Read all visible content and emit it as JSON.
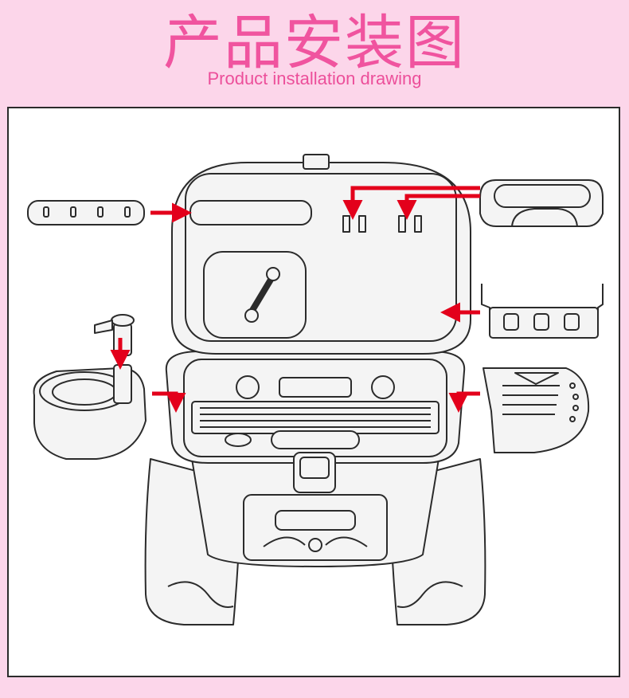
{
  "header": {
    "title_zh": "产品安装图",
    "title_en": "Product installation drawing"
  },
  "colors": {
    "background": "#fcd6ea",
    "title": "#f0549f",
    "outline": "#2b2b2b",
    "part_fill": "#f4f4f4",
    "arrow": "#e3001b"
  },
  "diagram": {
    "parts": [
      {
        "name": "hook-strip-icon"
      },
      {
        "name": "faucet-icon"
      },
      {
        "name": "sink-basin-icon"
      },
      {
        "name": "soap-dish-icon"
      },
      {
        "name": "storage-shelf-icon"
      },
      {
        "name": "side-tray-icon"
      },
      {
        "name": "vanity-case-icon"
      }
    ],
    "arrows": 7
  }
}
